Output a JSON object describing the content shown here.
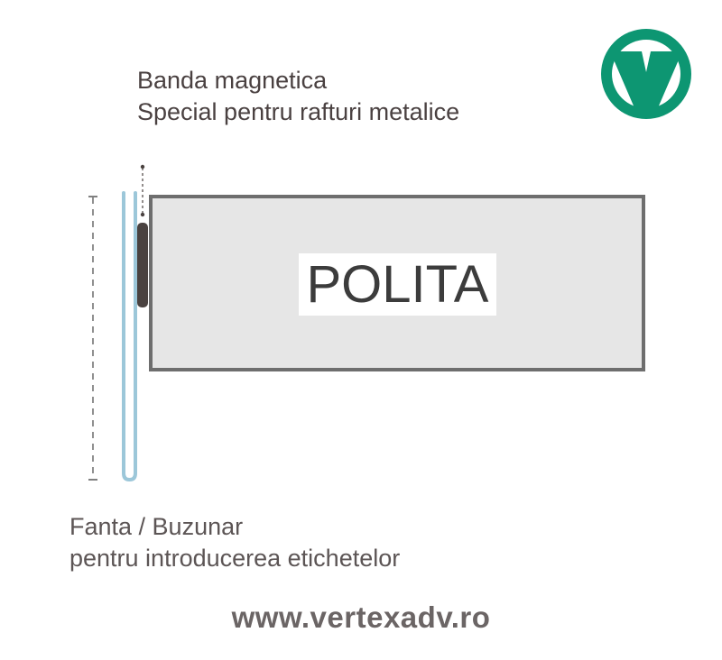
{
  "labels": {
    "magnetic_title": "Banda magnetica",
    "magnetic_subtitle": "Special pentru rafturi metalice",
    "shelf": "POLITA",
    "slot_title": "Fanta / Buzunar",
    "slot_subtitle": "pentru introducerea etichetelor",
    "website": "www.vertexadv.ro"
  },
  "icons": {
    "logo": "vertex-v-logo"
  },
  "colors": {
    "logo_green": "#0d9672",
    "shelf_fill": "#e6e6e6",
    "shelf_border": "#6e6e6e",
    "pocket_blue": "#9cc7d9",
    "magnet_strip": "#4a4240",
    "text": "#4a4141"
  }
}
